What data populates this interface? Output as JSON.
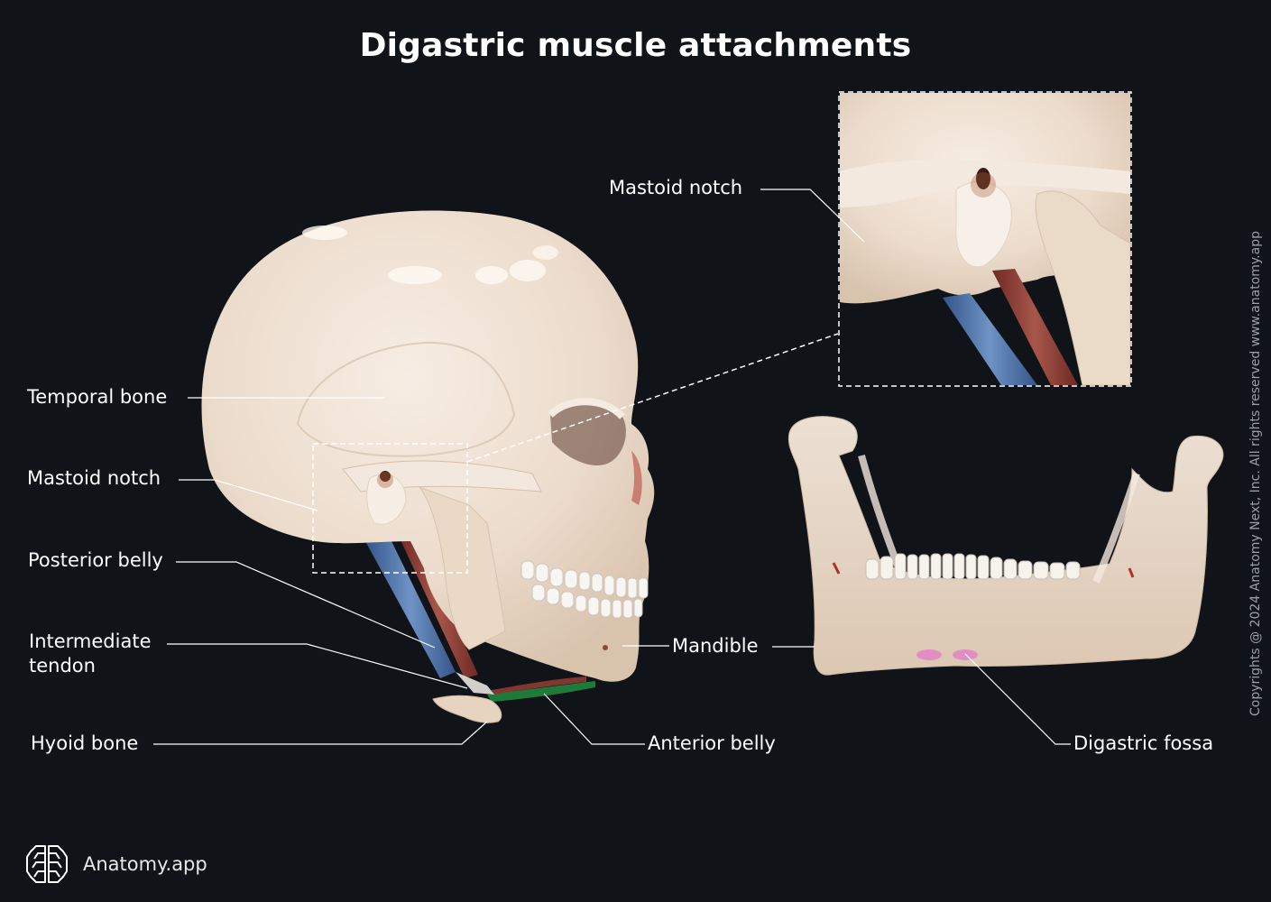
{
  "title": "Digastric muscle attachments",
  "labels": {
    "temporal_bone": "Temporal bone",
    "mastoid_notch_left": "Mastoid notch",
    "posterior_belly": "Posterior belly",
    "intermediate_tendon_line1": "Intermediate",
    "intermediate_tendon_line2": "tendon",
    "hyoid_bone": "Hyoid bone",
    "anterior_belly": "Anterior belly",
    "mandible": "Mandible",
    "mastoid_notch_inset": "Mastoid notch",
    "digastric_fossa": "Digastric fossa"
  },
  "brand": {
    "name": "Anatomy.app",
    "icon": "brain-icon"
  },
  "copyright": "Copyrights @ 2024 Anatomy Next, Inc. All rights reserved www.anatomy.app",
  "colors": {
    "background": "#101318",
    "bone": "#efe3d6",
    "bone_shadow": "#d9c8b4",
    "posterior_belly_muscle": "#4a6fa5",
    "stylohyoid_muscle": "#8e3b32",
    "anterior_belly_muscle": "#1f7a3a",
    "digastric_fossa_highlight": "#e27fc8",
    "leader_line": "#ffffff"
  }
}
